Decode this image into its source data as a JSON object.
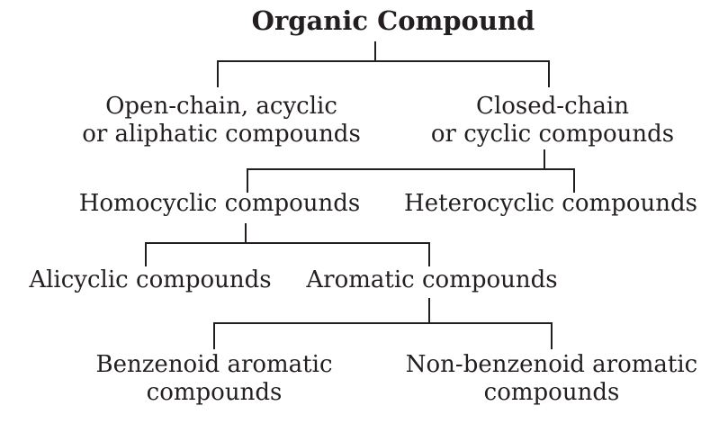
{
  "diagram": {
    "type": "tree",
    "title": "Organic Compound",
    "colors": {
      "ink": "#231f20",
      "background": "#ffffff"
    },
    "nodes": {
      "root": {
        "lines": [
          "Organic Compound"
        ]
      },
      "open_chain": {
        "lines": [
          "Open-chain, acyclic",
          "or aliphatic compounds"
        ]
      },
      "closed_chain": {
        "lines": [
          "Closed-chain",
          "or cyclic compounds"
        ]
      },
      "homocyclic": {
        "lines": [
          "Homocyclic compounds"
        ]
      },
      "heterocyclic": {
        "lines": [
          "Heterocyclic compounds"
        ]
      },
      "alicyclic": {
        "lines": [
          "Alicyclic compounds"
        ]
      },
      "aromatic": {
        "lines": [
          "Aromatic compounds"
        ]
      },
      "benzenoid": {
        "lines": [
          "Benzenoid aromatic",
          "compounds"
        ]
      },
      "non_benzenoid": {
        "lines": [
          "Non-benzenoid aromatic",
          "compounds"
        ]
      }
    },
    "edges": [
      {
        "from": "root",
        "to": "open_chain"
      },
      {
        "from": "root",
        "to": "closed_chain"
      },
      {
        "from": "closed_chain",
        "to": "homocyclic"
      },
      {
        "from": "closed_chain",
        "to": "heterocyclic"
      },
      {
        "from": "homocyclic",
        "to": "alicyclic"
      },
      {
        "from": "homocyclic",
        "to": "aromatic"
      },
      {
        "from": "aromatic",
        "to": "benzenoid"
      },
      {
        "from": "aromatic",
        "to": "non_benzenoid"
      }
    ]
  }
}
